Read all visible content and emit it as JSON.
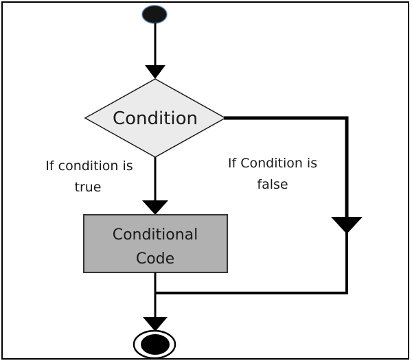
{
  "colors": {
    "canvas_bg": "#ffffff",
    "frame_border": "#000000",
    "line": "#000000",
    "arrow": "#000000",
    "start_fill": "#151515",
    "start_edge": "#4d7dbf",
    "decision_fill": "#ebebeb",
    "decision_stroke": "#1a1a1a",
    "process_fill": "#b1b1b1",
    "process_stroke": "#333333",
    "end_outer_fill": "#ffffff",
    "end_stroke": "#000000",
    "end_inner_fill": "#000000",
    "text": "#1a1a1a"
  },
  "flowchart": {
    "decision_label": "Condition",
    "process_label_line1": "Conditional",
    "process_label_line2": "Code",
    "true_branch_line1": "If condition is",
    "true_branch_line2": "true",
    "false_branch_line1": "If Condition is",
    "false_branch_line2": "false"
  }
}
